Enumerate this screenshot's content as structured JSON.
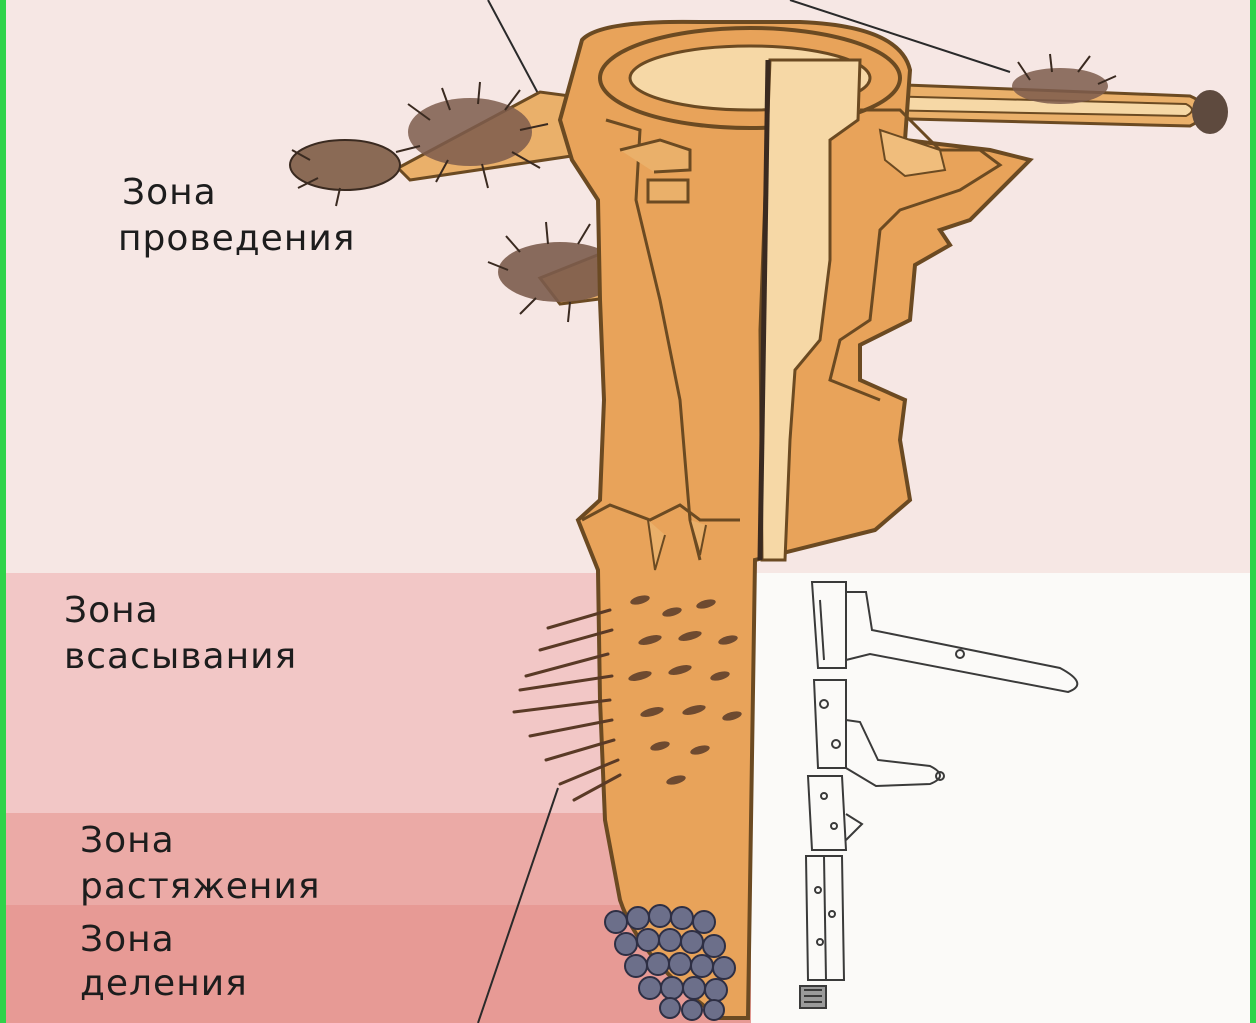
{
  "labels": {
    "conduction": {
      "line1": "Зона",
      "line2": "проведения"
    },
    "absorption": {
      "line1": "Зона",
      "line2": "всасывания"
    },
    "elongation": {
      "line1": "Зона",
      "line2": "растяжения"
    },
    "division": {
      "line1": "Зона",
      "line2": "деления"
    }
  },
  "colors": {
    "background": "#f6e7e4",
    "absorption_band": "#f2c7c6",
    "elongation_band": "#ebaaa6",
    "division_band": "#e79a95",
    "root_body": "#e8a35a",
    "root_core": "#f6d8a6",
    "border": "#2fd34a"
  }
}
